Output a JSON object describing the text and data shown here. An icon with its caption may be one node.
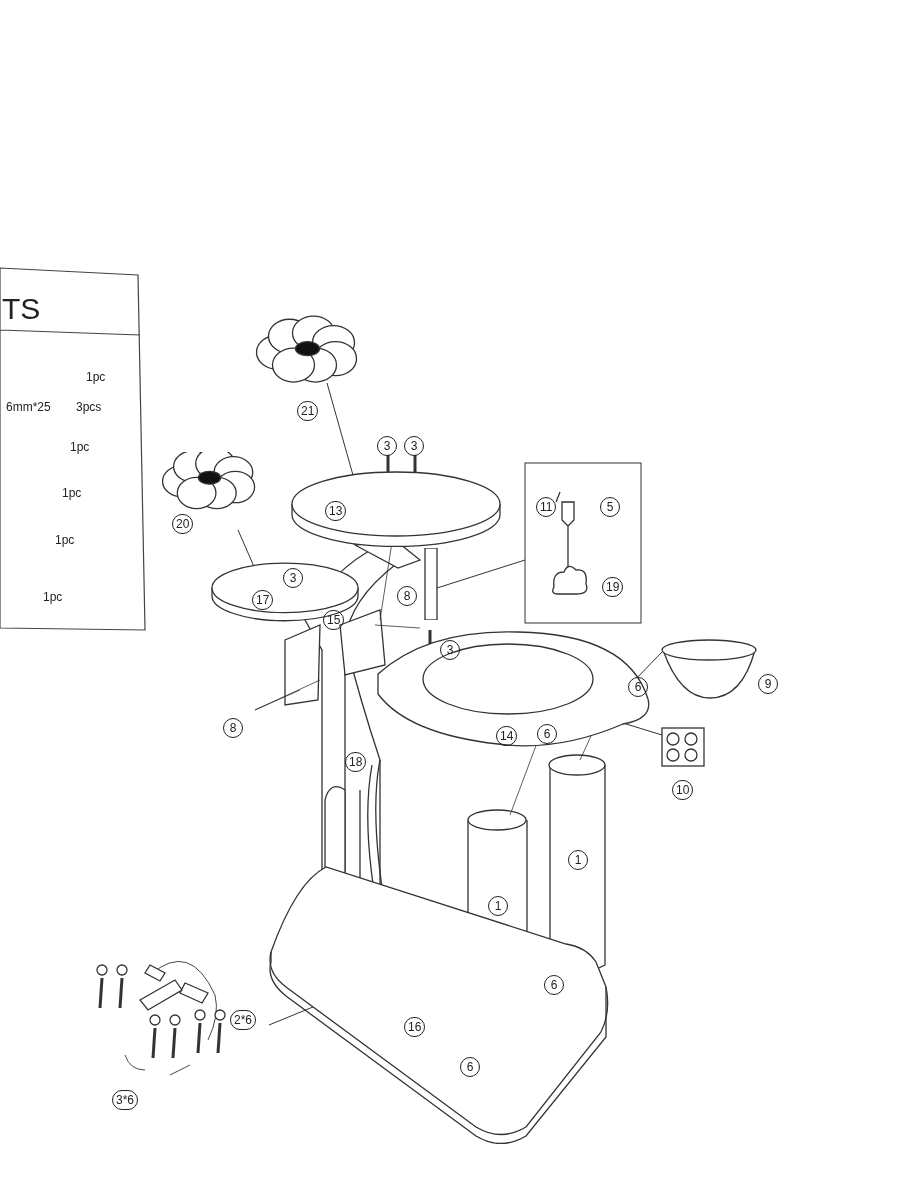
{
  "diagram": {
    "nodes": [
      {
        "text": [
          "21"
        ]
      },
      {
        "text": [
          "13"
        ]
      },
      {
        "text": [
          "20"
        ]
      },
      {
        "text": [
          "17"
        ]
      },
      {
        "text": [
          "11",
          "5",
          "19"
        ]
      },
      {
        "text": [],
        "shape": "bar"
      },
      {
        "text": [
          "9"
        ]
      },
      {
        "text": [
          "14"
        ]
      },
      {
        "text": [
          "10"
        ]
      },
      {
        "text": [
          "2*6",
          "3*6"
        ]
      },
      {
        "text": [
          "16"
        ]
      }
    ],
    "edges": [
      {
        "from": 0,
        "to": 1,
        "arrow": "none"
      },
      {
        "from": 2,
        "to": 3,
        "arrow": "none"
      },
      {
        "from": 4,
        "to": 5,
        "arrow": "none"
      },
      {
        "from": 6,
        "to": 7,
        "arrow": "none"
      },
      {
        "from": 8,
        "to": 7,
        "arrow": "none"
      },
      {
        "from": 9,
        "to": 10,
        "arrow": "none"
      }
    ],
    "labels": [
      "TS",
      "1pc",
      "6mm*25",
      "3pcs",
      "1pc",
      "1pc",
      "1pc",
      "1pc",
      "3",
      "3",
      "3",
      "8",
      "15",
      "3",
      "8",
      "6",
      "6",
      "18",
      "1",
      "1",
      "6",
      "6"
    ]
  }
}
